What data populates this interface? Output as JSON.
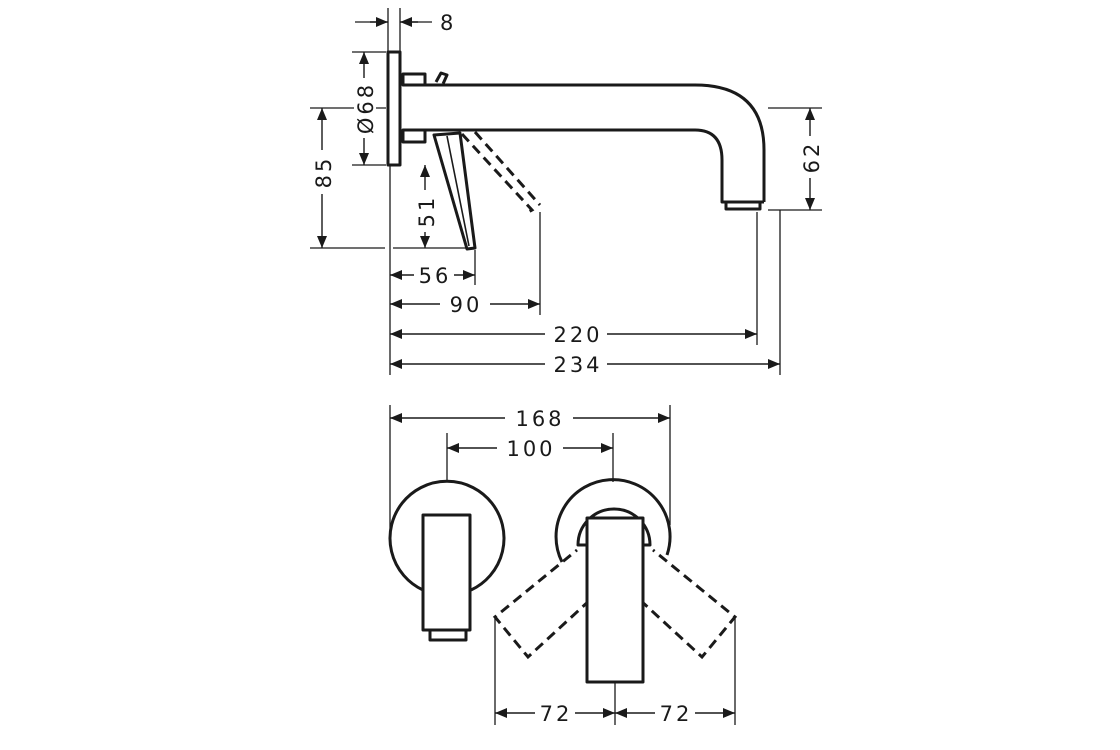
{
  "drawing": {
    "side_view": {
      "dim_plate_thickness": "8",
      "dim_plate_diameter": "Ø68",
      "dim_height_spout_axis": "85",
      "dim_lever_height": "51",
      "dim_outlet_drop": "62",
      "dim_lever_depth": "56",
      "dim_lever_depth_open": "90",
      "dim_spout_outlet": "220",
      "dim_spout_length": "234"
    },
    "front_view": {
      "dim_overall_width": "168",
      "dim_center_distance": "100",
      "dim_lever_swing_left": "72",
      "dim_lever_swing_right": "72"
    }
  }
}
